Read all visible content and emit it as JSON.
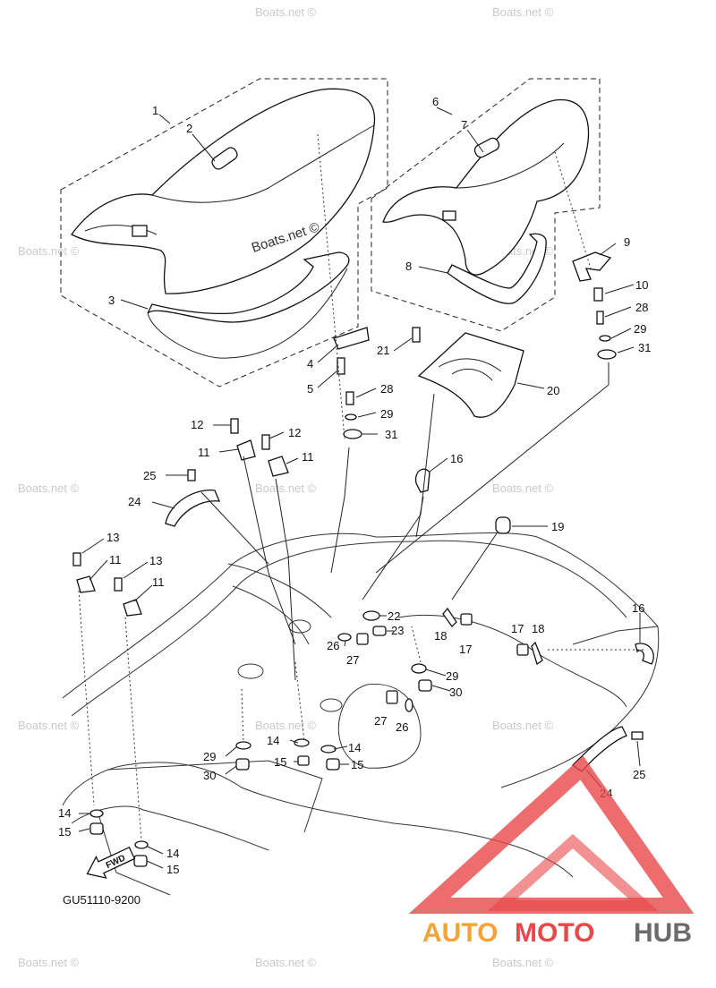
{
  "figure_code": "GU51110-9200",
  "fwd_label": "FWD",
  "watermark_text": "Boats.net ©",
  "logo": {
    "part1": "AUTO",
    "part2": "MOTO",
    "part3": "HUB",
    "color_orange": "#f2a33a",
    "color_red": "#e8484a",
    "color_gray": "#6b6b6b"
  },
  "callouts": [
    {
      "id": "c1",
      "text": "1"
    },
    {
      "id": "c2",
      "text": "2"
    },
    {
      "id": "c3",
      "text": "3"
    },
    {
      "id": "c4",
      "text": "4"
    },
    {
      "id": "c5",
      "text": "5"
    },
    {
      "id": "c6",
      "text": "6"
    },
    {
      "id": "c7",
      "text": "7"
    },
    {
      "id": "c8",
      "text": "8"
    },
    {
      "id": "c9",
      "text": "9"
    },
    {
      "id": "c10",
      "text": "10"
    },
    {
      "id": "c28a",
      "text": "28"
    },
    {
      "id": "c29a",
      "text": "29"
    },
    {
      "id": "c31a",
      "text": "31"
    },
    {
      "id": "c21",
      "text": "21"
    },
    {
      "id": "c20",
      "text": "20"
    },
    {
      "id": "c28b",
      "text": "28"
    },
    {
      "id": "c29b",
      "text": "29"
    },
    {
      "id": "c31b",
      "text": "31"
    },
    {
      "id": "c12a",
      "text": "12"
    },
    {
      "id": "c12b",
      "text": "12"
    },
    {
      "id": "c11a",
      "text": "11"
    },
    {
      "id": "c11b",
      "text": "11"
    },
    {
      "id": "c16a",
      "text": "16"
    },
    {
      "id": "c25a",
      "text": "25"
    },
    {
      "id": "c24a",
      "text": "24"
    },
    {
      "id": "c19",
      "text": "19"
    },
    {
      "id": "c13a",
      "text": "13"
    },
    {
      "id": "c11c",
      "text": "11"
    },
    {
      "id": "c13b",
      "text": "13"
    },
    {
      "id": "c11d",
      "text": "11"
    },
    {
      "id": "c22",
      "text": "22"
    },
    {
      "id": "c23",
      "text": "23"
    },
    {
      "id": "c18a",
      "text": "18"
    },
    {
      "id": "c17a",
      "text": "17"
    },
    {
      "id": "c16b",
      "text": "16"
    },
    {
      "id": "c17b",
      "text": "17"
    },
    {
      "id": "c18b",
      "text": "18"
    },
    {
      "id": "c26a",
      "text": "26"
    },
    {
      "id": "c27a",
      "text": "27"
    },
    {
      "id": "c29c",
      "text": "29"
    },
    {
      "id": "c30a",
      "text": "30"
    },
    {
      "id": "c27b",
      "text": "27"
    },
    {
      "id": "c26b",
      "text": "26"
    },
    {
      "id": "c14a",
      "text": "14"
    },
    {
      "id": "c29d",
      "text": "29"
    },
    {
      "id": "c14b",
      "text": "14"
    },
    {
      "id": "c15a",
      "text": "15"
    },
    {
      "id": "c15b",
      "text": "15"
    },
    {
      "id": "c30b",
      "text": "30"
    },
    {
      "id": "c25b",
      "text": "25"
    },
    {
      "id": "c24b",
      "text": "24"
    },
    {
      "id": "c14c",
      "text": "14"
    },
    {
      "id": "c15c",
      "text": "15"
    },
    {
      "id": "c14d",
      "text": "14"
    },
    {
      "id": "c15d",
      "text": "15"
    }
  ]
}
